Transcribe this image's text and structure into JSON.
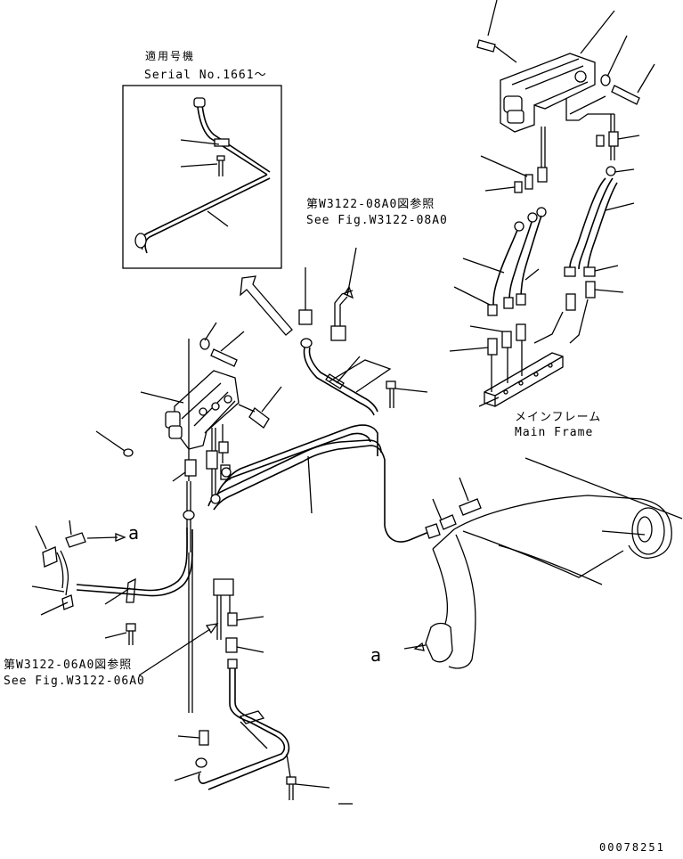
{
  "inset": {
    "title_jp": "適用号機",
    "title_en": "Serial No.1661～"
  },
  "refs": {
    "top_jp": "第W3122-08A0図参照",
    "top_en": "See Fig.W3122-08A0",
    "left_jp": "第W3122-06A0図参照",
    "left_en": "See Fig.W3122-06A0"
  },
  "main_frame": {
    "label_jp": "メインフレーム",
    "label_en": "Main Frame"
  },
  "markers": {
    "a1": "a",
    "a2": "a"
  },
  "drawing_number": "00078251"
}
